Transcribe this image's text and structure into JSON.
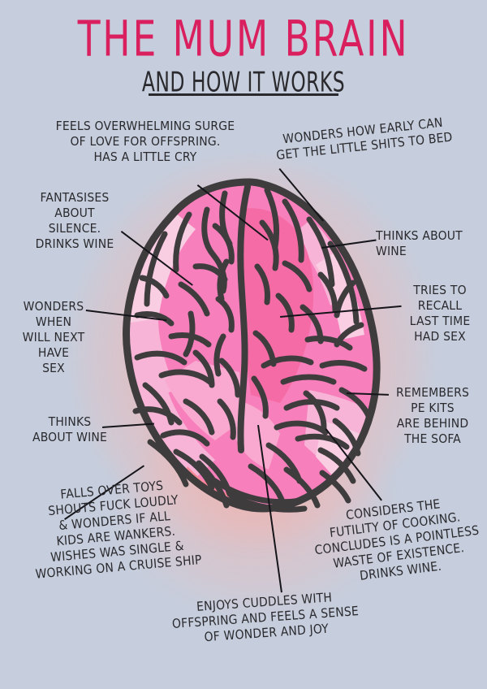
{
  "header": {
    "title": "THE MUM BRAIN",
    "subtitle": "AND HOW IT WORKS",
    "title_color": "#d91f5e",
    "subtitle_color": "#2a2a2e"
  },
  "background": {
    "color": "#c6cedd",
    "glow_color": "#f8a6a0"
  },
  "illustration": {
    "name": "brain-top-view",
    "outline_color": "#3f3c3e",
    "fill_primary": "#f77fbb",
    "fill_light": "#f7b4d6",
    "fill_lighter": "#f9cde2",
    "fill_deep": "#f56ba5",
    "fill_salmon": "#f98a96"
  },
  "labels": [
    {
      "id": "overwhelming-love",
      "text": "FEELS OVERWHELMING SURGE\nOF LOVE FOR OFFSPRING.\nHAS A LITTLE CRY"
    },
    {
      "id": "early-bed",
      "text": "WONDERS HOW EARLY CAN\nGET THE LITTLE SHITS TO BED"
    },
    {
      "id": "fantasises-silence",
      "text": "FANTASISES\nABOUT\nSILENCE.\nDRINKS WINE"
    },
    {
      "id": "thinks-about-wine-right",
      "text": "THINKS ABOUT\nWINE"
    },
    {
      "id": "tries-to-recall",
      "text": "TRIES TO\nRECALL\nLAST TIME\nHAD SEX"
    },
    {
      "id": "wonders-when-sex",
      "text": "WONDERS\nWHEN\nWILL NEXT\nHAVE\nSEX"
    },
    {
      "id": "remembers-pe-kits",
      "text": "REMEMBERS\nPE KITS\nARE BEHIND\nTHE SOFA"
    },
    {
      "id": "thinks-about-wine-left",
      "text": "THINKS\nABOUT WINE"
    },
    {
      "id": "falls-over-toys",
      "text": "FALLS OVER TOYS\nSHOUTS FUCK LOUDLY\n& WONDERS IF ALL\nKIDS ARE WANKERS.\nWISHES WAS SINGLE &\nWORKING ON A CRUISE SHIP"
    },
    {
      "id": "futility-of-cooking",
      "text": "CONSIDERS THE\nFUTILITY OF COOKING.\nCONCLUDES IS A POINTLESS\nWASTE OF EXISTENCE.\nDRINKS WINE."
    },
    {
      "id": "enjoys-cuddles",
      "text": "ENJOYS CUDDLES WITH\nOFFSPRING  AND FEELS A SENSE\nOF WONDER AND JOY"
    }
  ]
}
